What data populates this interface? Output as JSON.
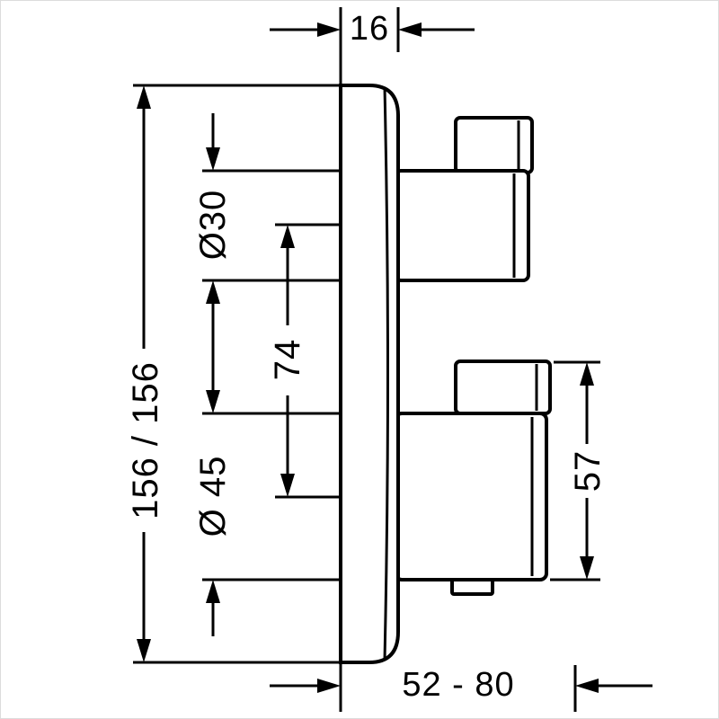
{
  "drawing": {
    "background": "#ffffff",
    "line_color": "#000000",
    "labels": {
      "depth_16": "16",
      "height_156": "156 / 156",
      "dia_30": "Ø30",
      "spacing_74": "74",
      "dia_45": "Ø 45",
      "height_57": "57",
      "range_52_80": "52 - 80"
    }
  }
}
